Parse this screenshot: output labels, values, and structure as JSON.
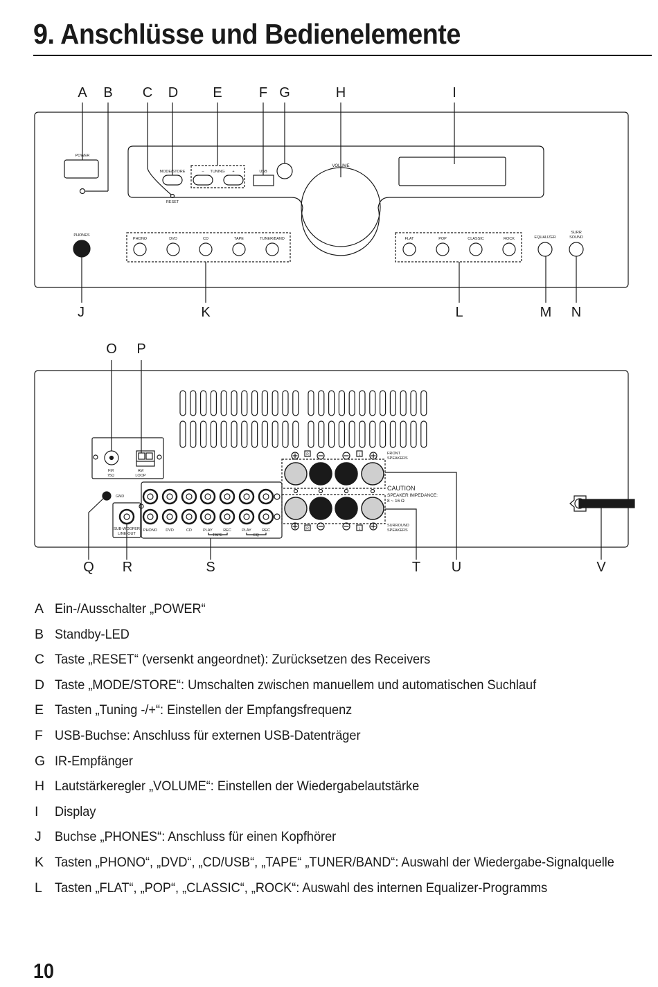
{
  "heading": "9. Anschlüsse und Bedienelemente",
  "page_number": "10",
  "front_panel": {
    "callouts_top": [
      "A",
      "B",
      "C",
      "D",
      "E",
      "F",
      "G",
      "H",
      "I"
    ],
    "callouts_bottom": [
      "J",
      "K",
      "L",
      "M",
      "N"
    ],
    "power_label": "POWER",
    "mode_store_label": "MODE/STORE",
    "reset_label": "RESET",
    "tuning_minus": "–",
    "tuning_label": "TUNING",
    "tuning_plus": "+",
    "usb_label": "USB",
    "volume_label": "VOLUME",
    "phones_label": "PHONES",
    "source_buttons": [
      "PHONO",
      "DVD",
      "CD",
      "TAPE",
      "TUNER/BAND"
    ],
    "eq_buttons": [
      "FLAT",
      "POP",
      "CLASSIC",
      "ROCK"
    ],
    "equalizer_label": "EQUALIZER",
    "surr_line1": "SURR",
    "surr_line2": "SOUND"
  },
  "rear_panel": {
    "callouts_top": [
      "O",
      "P"
    ],
    "callouts_bottom": [
      "Q",
      "R",
      "S",
      "T",
      "U",
      "V"
    ],
    "fm_label": "FM",
    "fm_ohm": "75Ω",
    "am_label": "AM",
    "loop_label": "LOOP",
    "gnd_label": "GND",
    "subwoofer_line1": "SUB-WOOFER",
    "subwoofer_line2": "LINE-OUT",
    "rca_labels": [
      "PHONO",
      "DVD",
      "CD",
      "PLAY",
      "REC",
      "PLAY",
      "REC"
    ],
    "tape_label": "TAPE",
    "eq_label": "EQ",
    "front_speakers_line1": "FRONT",
    "front_speakers_line2": "SPEAKERS",
    "caution": "CAUTION",
    "impedance_line1": "SPEAKER IMPEDANCE:",
    "impedance_line2": "8 ~ 16 Ω",
    "surround_line1": "SURROUND",
    "surround_line2": "SPEAKERS",
    "channel_r": "R",
    "channel_l": "L"
  },
  "legend": [
    {
      "letter": "A",
      "text": "Ein-/Ausschalter „POWER“"
    },
    {
      "letter": "B",
      "text": "Standby-LED"
    },
    {
      "letter": "C",
      "text": "Taste „RESET“ (versenkt angeordnet): Zurücksetzen des Receivers"
    },
    {
      "letter": "D",
      "text": "Taste „MODE/STORE“: Umschalten zwischen manuellem und automatischen Suchlauf"
    },
    {
      "letter": "E",
      "text": "Tasten „Tuning -/+“: Einstellen der Empfangsfrequenz"
    },
    {
      "letter": "F",
      "text": "USB-Buchse: Anschluss für externen USB-Datenträger"
    },
    {
      "letter": "G",
      "text": "IR-Empfänger"
    },
    {
      "letter": "H",
      "text": "Lautstärkeregler „VOLUME“: Einstellen der Wiedergabelautstärke"
    },
    {
      "letter": "I",
      "text": "Display"
    },
    {
      "letter": "J",
      "text": "Buchse „PHONES“: Anschluss für einen Kopfhörer"
    },
    {
      "letter": "K",
      "text": "Tasten „PHONO“, „DVD“, „CD/USB“, „TAPE“ „TUNER/BAND“: Auswahl der Wiedergabe-Signalquelle"
    },
    {
      "letter": "L",
      "text": "Tasten „FLAT“, „POP“, „CLASSIC“, „ROCK“: Auswahl des internen Equalizer-Programms"
    }
  ]
}
